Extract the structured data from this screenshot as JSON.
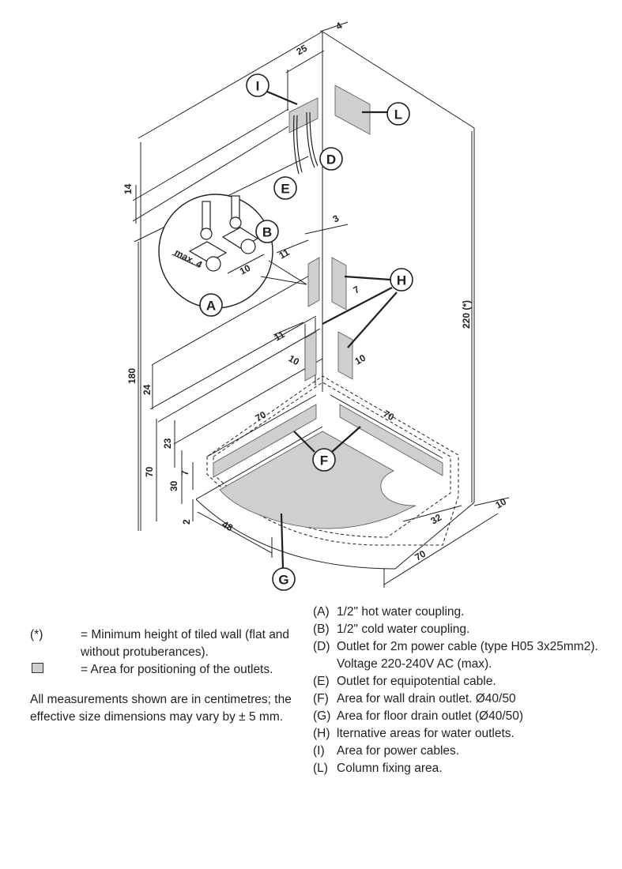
{
  "diagram": {
    "callouts": {
      "I": "I",
      "L": "L",
      "D": "D",
      "E": "E",
      "B": "B",
      "A": "A",
      "H": "H",
      "F": "F",
      "G": "G"
    },
    "dimensions": {
      "d25": "25",
      "d4": "4",
      "d14": "14",
      "d3": "3",
      "d11a": "11",
      "d7": "7",
      "d11b": "11",
      "d10a": "10",
      "d10b": "10",
      "d10c": "10",
      "dmax4": "max. 4",
      "d220": "220 (*)",
      "d180": "180",
      "d24": "24",
      "d70v": "70",
      "d23": "23",
      "d30": "30",
      "d7b": "7",
      "d2": "2",
      "d70a": "70",
      "d70b": "70",
      "d48": "48",
      "d32": "32",
      "d10d": "10",
      "d70c": "70"
    }
  },
  "legend_left": {
    "asterisk_symbol": "(*)",
    "asterisk_text": "= Minimum height of tiled wall (flat and without protuberances).",
    "area_text": "= Area for positioning of the outlets.",
    "note": "All measurements shown are in centimetres; the effective size dimensions may vary by ± 5 mm."
  },
  "legend_right": [
    {
      "key": "(A)",
      "text": "1/2\" hot water coupling."
    },
    {
      "key": "(B)",
      "text": "1/2\" cold water coupling."
    },
    {
      "key": "(D)",
      "text": "Outlet for 2m power cable (type H05 3x25mm2)."
    },
    {
      "key": "",
      "text": "Voltage 220-240V AC (max)."
    },
    {
      "key": "(E)",
      "text": "Outlet for equipotential cable."
    },
    {
      "key": "(F)",
      "text": "Area for  wall drain outlet. Ø40/50"
    },
    {
      "key": "(G)",
      "text": "Area for floor drain outlet (Ø40/50)"
    },
    {
      "key": "(H)",
      "text": " lternative areas for water outlets."
    },
    {
      "key": "(I)",
      "text": "Area for power cables."
    },
    {
      "key": "(L)",
      "text": "Column fixing area."
    }
  ],
  "colors": {
    "area_fill": "#cfcfcf",
    "line": "#231f20"
  }
}
